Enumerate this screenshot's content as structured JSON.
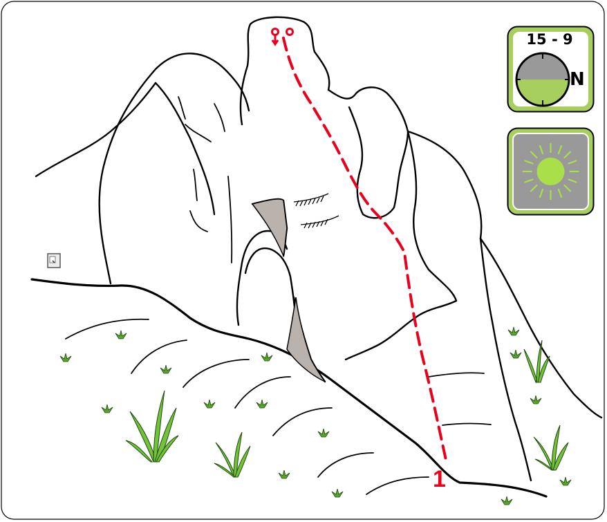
{
  "topo": {
    "route_number": "1",
    "badge": {
      "time_range": "15 - 9",
      "direction": "N",
      "icon": "compass-half-icon"
    },
    "sun_icon": "sun-icon",
    "colors": {
      "route": "#e8001c",
      "badge_green": "#a6cf5e",
      "badge_gray": "#999999",
      "sun": "#a9e04a",
      "grass": "#5aa52b",
      "shade": "#b9b2ad"
    }
  }
}
